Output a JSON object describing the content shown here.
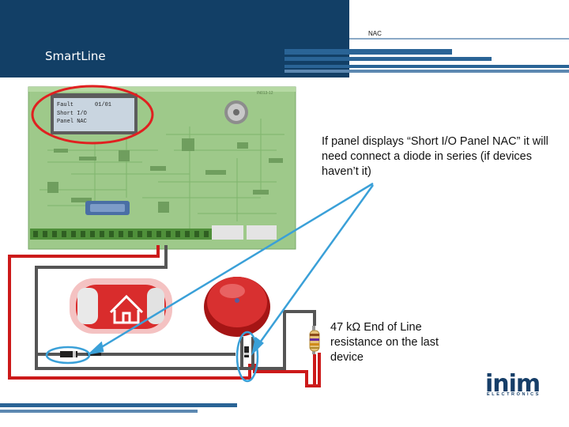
{
  "header": {
    "small_title": "NAC",
    "brand": "SmartLine"
  },
  "panel": {
    "lcd_lines": [
      "Fault",
      "Short I/O",
      "Panel NAC"
    ],
    "lcd_time": "01/01",
    "board_code": "IN013-12"
  },
  "callouts": {
    "top": "If panel displays “Short I/O Panel NAC” it will need connect a diode in series (if devices haven’t it)",
    "bottom": "47 kΩ End of Line resistance on the last device"
  },
  "logo": {
    "name": "inim",
    "sub": "ELECTRONICS"
  },
  "colors": {
    "header_blue": "#123f66",
    "stripe_blue": "#2a6496",
    "board_green": "#9ec98a",
    "highlight_red": "#e02020",
    "highlight_blue": "#3aa0d8",
    "wire_red": "#cc1a1a",
    "wire_grey": "#555555"
  }
}
